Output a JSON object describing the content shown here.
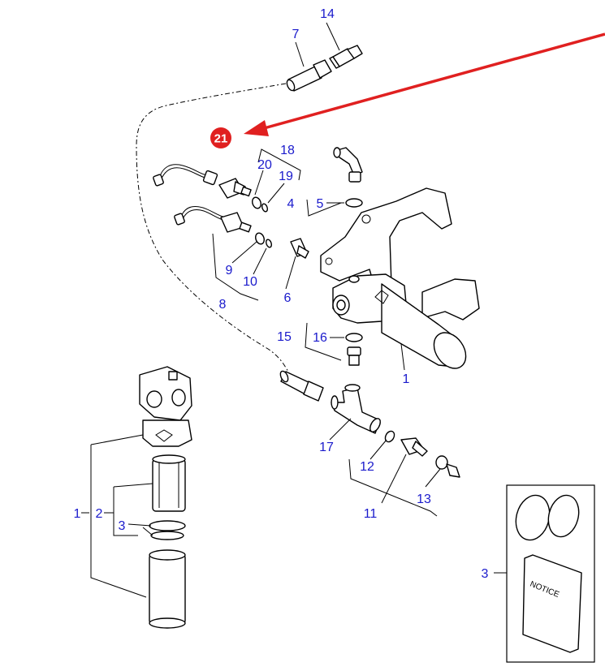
{
  "callout": {
    "label": "21",
    "color": "#e02020"
  },
  "arrow_color": "#e02020",
  "label_color": "#1a1acc",
  "labels": {
    "n14": "14",
    "n7": "7",
    "n18": "18",
    "n20": "20",
    "n19": "19",
    "n4": "4",
    "n5": "5",
    "n6": "6",
    "n9": "9",
    "n10": "10",
    "n8": "8",
    "n15": "15",
    "n16": "16",
    "n1_right": "1",
    "n17": "17",
    "n12": "12",
    "n13": "13",
    "n11": "11",
    "n1_left": "1",
    "n2": "2",
    "n3_left": "3",
    "n3_right": "3"
  },
  "notice_text": "NOTICE"
}
